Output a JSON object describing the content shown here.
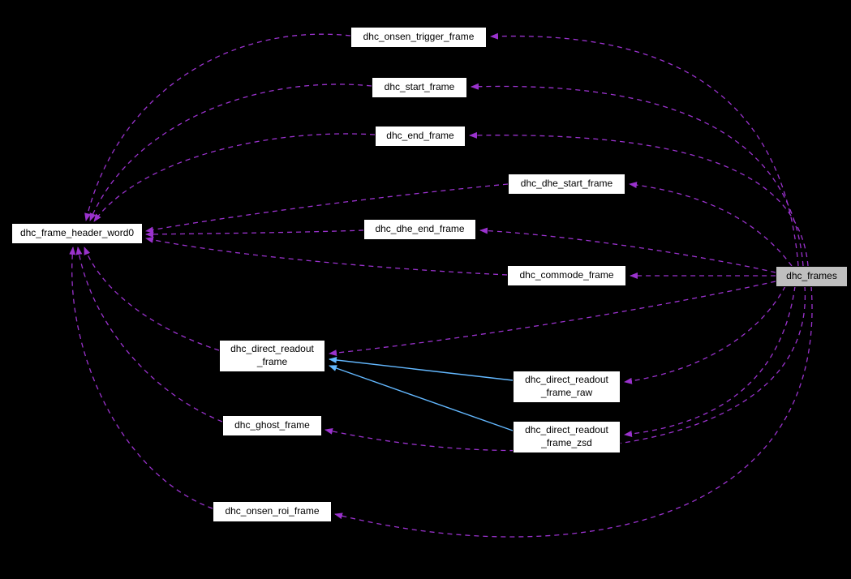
{
  "diagram": {
    "type": "doxygen-collaboration-graph",
    "colors": {
      "background": "#000000",
      "node_fill": "#ffffff",
      "current_node_fill": "#bfbfbf",
      "node_border": "#000000",
      "node_text": "#000000",
      "uses_edge": "#9a32cd",
      "inherits_edge": "#63b8ff"
    },
    "nodes": [
      {
        "id": "dhc_frame_header_word0",
        "label": "dhc_frame_header_word0",
        "current": false
      },
      {
        "id": "dhc_onsen_trigger_frame",
        "label": "dhc_onsen_trigger_frame",
        "current": false
      },
      {
        "id": "dhc_start_frame",
        "label": "dhc_start_frame",
        "current": false
      },
      {
        "id": "dhc_end_frame",
        "label": "dhc_end_frame",
        "current": false
      },
      {
        "id": "dhc_dhe_start_frame",
        "label": "dhc_dhe_start_frame",
        "current": false
      },
      {
        "id": "dhc_dhe_end_frame",
        "label": "dhc_dhe_end_frame",
        "current": false
      },
      {
        "id": "dhc_commode_frame",
        "label": "dhc_commode_frame",
        "current": false
      },
      {
        "id": "dhc_frames",
        "label": "dhc_frames",
        "current": true
      },
      {
        "id": "dhc_direct_readout_frame",
        "label": "dhc_direct_readout\n_frame",
        "current": false
      },
      {
        "id": "dhc_direct_readout_frame_raw",
        "label": "dhc_direct_readout\n_frame_raw",
        "current": false
      },
      {
        "id": "dhc_direct_readout_frame_zsd",
        "label": "dhc_direct_readout\n_frame_zsd",
        "current": false
      },
      {
        "id": "dhc_ghost_frame",
        "label": "dhc_ghost_frame",
        "current": false
      },
      {
        "id": "dhc_onsen_roi_frame",
        "label": "dhc_onsen_roi_frame",
        "current": false
      }
    ],
    "edges": [
      {
        "from": "dhc_onsen_trigger_frame",
        "to": "dhc_frame_header_word0",
        "relation": "uses"
      },
      {
        "from": "dhc_start_frame",
        "to": "dhc_frame_header_word0",
        "relation": "uses"
      },
      {
        "from": "dhc_end_frame",
        "to": "dhc_frame_header_word0",
        "relation": "uses"
      },
      {
        "from": "dhc_dhe_start_frame",
        "to": "dhc_frame_header_word0",
        "relation": "uses"
      },
      {
        "from": "dhc_dhe_end_frame",
        "to": "dhc_frame_header_word0",
        "relation": "uses"
      },
      {
        "from": "dhc_commode_frame",
        "to": "dhc_frame_header_word0",
        "relation": "uses"
      },
      {
        "from": "dhc_direct_readout_frame",
        "to": "dhc_frame_header_word0",
        "relation": "uses"
      },
      {
        "from": "dhc_ghost_frame",
        "to": "dhc_frame_header_word0",
        "relation": "uses"
      },
      {
        "from": "dhc_onsen_roi_frame",
        "to": "dhc_frame_header_word0",
        "relation": "uses"
      },
      {
        "from": "dhc_frames",
        "to": "dhc_onsen_trigger_frame",
        "relation": "uses"
      },
      {
        "from": "dhc_frames",
        "to": "dhc_start_frame",
        "relation": "uses"
      },
      {
        "from": "dhc_frames",
        "to": "dhc_end_frame",
        "relation": "uses"
      },
      {
        "from": "dhc_frames",
        "to": "dhc_dhe_start_frame",
        "relation": "uses"
      },
      {
        "from": "dhc_frames",
        "to": "dhc_dhe_end_frame",
        "relation": "uses"
      },
      {
        "from": "dhc_frames",
        "to": "dhc_commode_frame",
        "relation": "uses"
      },
      {
        "from": "dhc_frames",
        "to": "dhc_direct_readout_frame",
        "relation": "uses"
      },
      {
        "from": "dhc_frames",
        "to": "dhc_direct_readout_frame_raw",
        "relation": "uses"
      },
      {
        "from": "dhc_frames",
        "to": "dhc_direct_readout_frame_zsd",
        "relation": "uses"
      },
      {
        "from": "dhc_frames",
        "to": "dhc_ghost_frame",
        "relation": "uses"
      },
      {
        "from": "dhc_frames",
        "to": "dhc_onsen_roi_frame",
        "relation": "uses"
      },
      {
        "from": "dhc_direct_readout_frame_raw",
        "to": "dhc_direct_readout_frame",
        "relation": "inherits"
      },
      {
        "from": "dhc_direct_readout_frame_zsd",
        "to": "dhc_direct_readout_frame",
        "relation": "inherits"
      }
    ]
  }
}
